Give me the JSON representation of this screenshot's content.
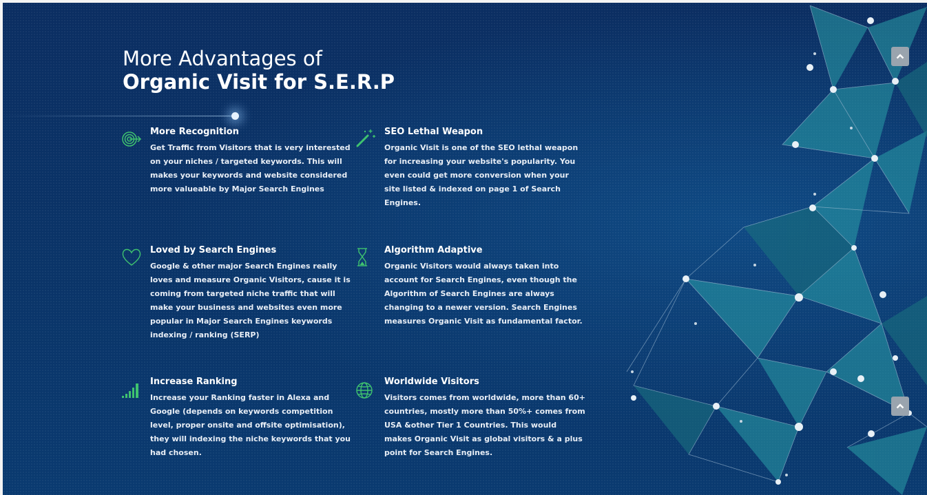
{
  "title": {
    "line1": "More Advantages of",
    "line2": "Organic Visit for S.E.R.P"
  },
  "features": [
    {
      "title": "More Recognition",
      "text": "Get Traffic from Visitors that is very interested on your niches / targeted keywords. This will makes your keywords and website considered more valueable by Major Search Engines",
      "icon": "target-icon"
    },
    {
      "title": "SEO Lethal Weapon",
      "text": "Organic Visit is one of the SEO lethal weapon for increasing your website's popularity. You even could get more conversion when your site listed & indexed on page 1 of Search Engines.",
      "icon": "magic-wand-icon"
    },
    {
      "title": "Loved by Search Engines",
      "text": "Google & other major Search Engines really loves and measure Organic Visitors, cause it is coming from targeted niche traffic that will make your business and websites even more popular in Major Search Engines keywords indexing / ranking (SERP)",
      "icon": "heart-icon"
    },
    {
      "title": "Algorithm Adaptive",
      "text": "Organic Visitors would always taken into account for Search Engines, even though the Algorithm of Search Engines are always changing to a newer version. Search Engines measures Organic Visit as fundamental factor.",
      "icon": "hourglass-icon"
    },
    {
      "title": "Increase Ranking",
      "text": "Increase your Ranking faster in Alexa and Google (depends on keywords competition level, proper onsite and offsite optimisation), they will indexing the niche keywords that you had chosen.",
      "icon": "signal-bars-icon"
    },
    {
      "title": "Worldwide Visitors",
      "text": "Visitors comes from worldwide, more than 60+ countries, mostly more than 50%+ comes from USA &other Tier 1 Countries. This would makes Organic Visit as global visitors & a plus point for Search Engines.",
      "icon": "globe-icon"
    }
  ],
  "colors": {
    "background": "#0c2f63",
    "icon_green": "#3fc36f",
    "network_teal": "#2a9fa8",
    "scroll_button": "#9aa4ae"
  }
}
